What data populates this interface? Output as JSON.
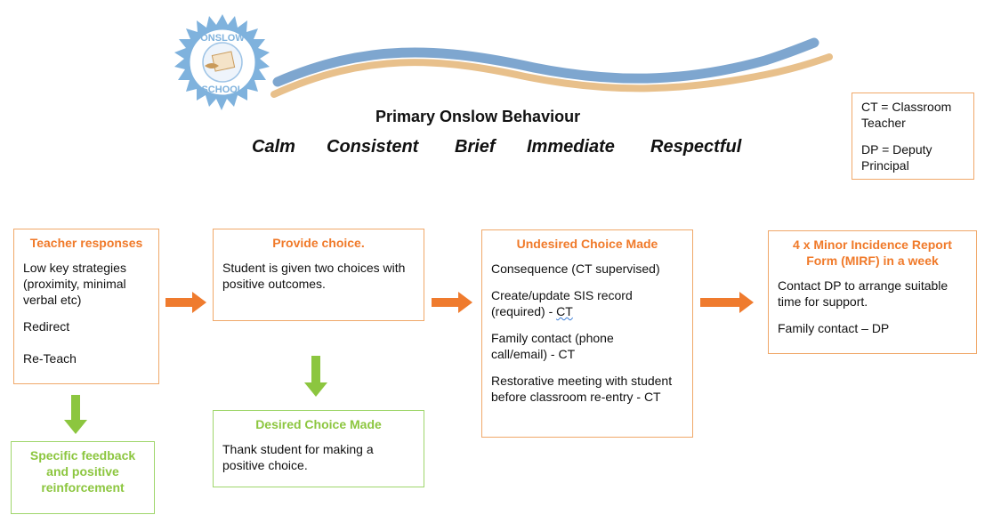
{
  "logo": {
    "top_text": "ONSLOW",
    "bottom_text": "SCHOOL"
  },
  "header": {
    "title": "Primary Onslow Behaviour",
    "values": [
      "Calm",
      "Consistent",
      "Brief",
      "Immediate",
      "Respectful"
    ]
  },
  "legend": {
    "items": [
      "CT = Classroom Teacher",
      "DP = Deputy Principal"
    ]
  },
  "boxes": {
    "teacher": {
      "title": "Teacher responses",
      "lines": [
        "Low key strategies (proximity, minimal verbal etc)",
        "Redirect",
        "Re-Teach"
      ]
    },
    "feedback": {
      "title": "Specific feedback and positive reinforcement"
    },
    "choice": {
      "title": "Provide choice.",
      "lines": [
        "Student is given two choices with positive outcomes."
      ]
    },
    "desired": {
      "title": "Desired Choice Made",
      "lines": [
        "Thank student for making a positive choice."
      ]
    },
    "undesired": {
      "title": "Undesired Choice Made",
      "lines": [
        "Consequence (CT supervised)",
        "Create/update SIS record (required) - ",
        "CT",
        "Family contact (phone call/email) - CT",
        "Restorative meeting with student before classroom re-entry - CT"
      ]
    },
    "mirf": {
      "title": "4 x Minor Incidence Report Form (MIRF) in a week",
      "lines": [
        "Contact DP to arrange suitable time for support.",
        "Family contact – DP"
      ]
    }
  },
  "colors": {
    "orange_border": "#f0a869",
    "orange_text": "#f07a2a",
    "orange_arrow": "#ef7b2e",
    "green_border": "#9fd66b",
    "green_text": "#8cc63f",
    "green_arrow": "#8cc63f",
    "wave_blue": "#7ea6cf",
    "wave_tan": "#e8c08b"
  }
}
